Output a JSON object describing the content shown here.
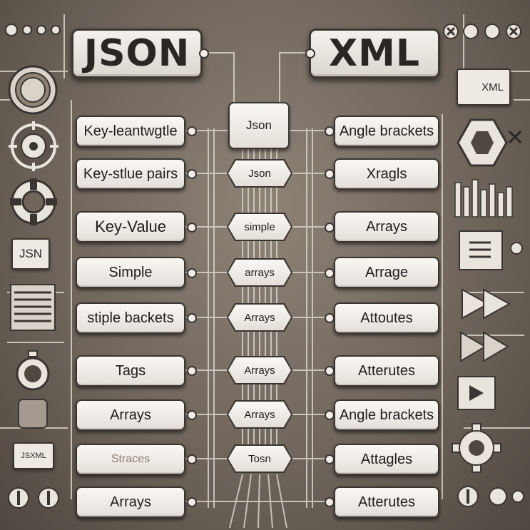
{
  "titles": {
    "json": "JSON",
    "xml": "XML"
  },
  "left_items": [
    "Key-leantwgtle",
    "Key-stlue pairs",
    "Key-Value",
    "Simple",
    "stiple backets",
    "Tags",
    "Arrays",
    "Straces",
    "Arrays"
  ],
  "center_items": [
    "Json",
    "Json",
    "simple",
    "arrays",
    "Arrays",
    "Arrays",
    "Arrays",
    "Tosn"
  ],
  "right_items": [
    "Angle brackets",
    "Xragls",
    "Arrays",
    "Arrage",
    "Attoutes",
    "Atterutes",
    "Angle brackets",
    "Attagles",
    "Atterutes"
  ],
  "side_labels": {
    "json_tag": "JSN",
    "jsxml_tag": "JSXML",
    "xml_doc": "XML"
  },
  "colors": {
    "background": "#7b7167",
    "panel": "#f1ede6",
    "outline": "#3a3530"
  },
  "icons": [
    "gear-icon",
    "target-icon",
    "lifebuoy-icon",
    "hexagon-icon",
    "play-icon",
    "fast-forward-icon",
    "close-icon",
    "document-icon"
  ]
}
